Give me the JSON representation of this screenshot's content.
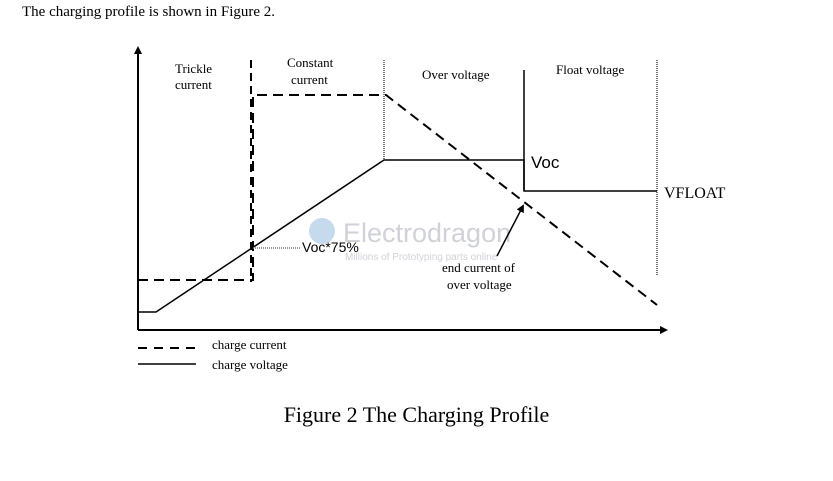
{
  "intro_text": "The charging profile is shown in Figure 2.",
  "caption": "Figure 2 The Charging Profile",
  "phases": {
    "trickle": [
      "Trickle",
      "current"
    ],
    "constant": [
      "Constant",
      "current"
    ],
    "over_voltage": "Over voltage",
    "float": "Float voltage"
  },
  "annotations": {
    "voc": "Voc",
    "vfloat": "VFLOAT",
    "voc75": "Voc*75%",
    "end_current": [
      "end current of",
      "over voltage"
    ]
  },
  "legend": {
    "charge_current": "charge current",
    "charge_voltage": "charge voltage"
  },
  "watermark": {
    "brand": "Electrodragon",
    "tagline": "Millions of Prototyping parts online"
  },
  "colors": {
    "line": "#000000",
    "gray": "#8a8a8a",
    "watermark_text": "#c9cbd2",
    "watermark_logo": "#bcd4ea"
  }
}
